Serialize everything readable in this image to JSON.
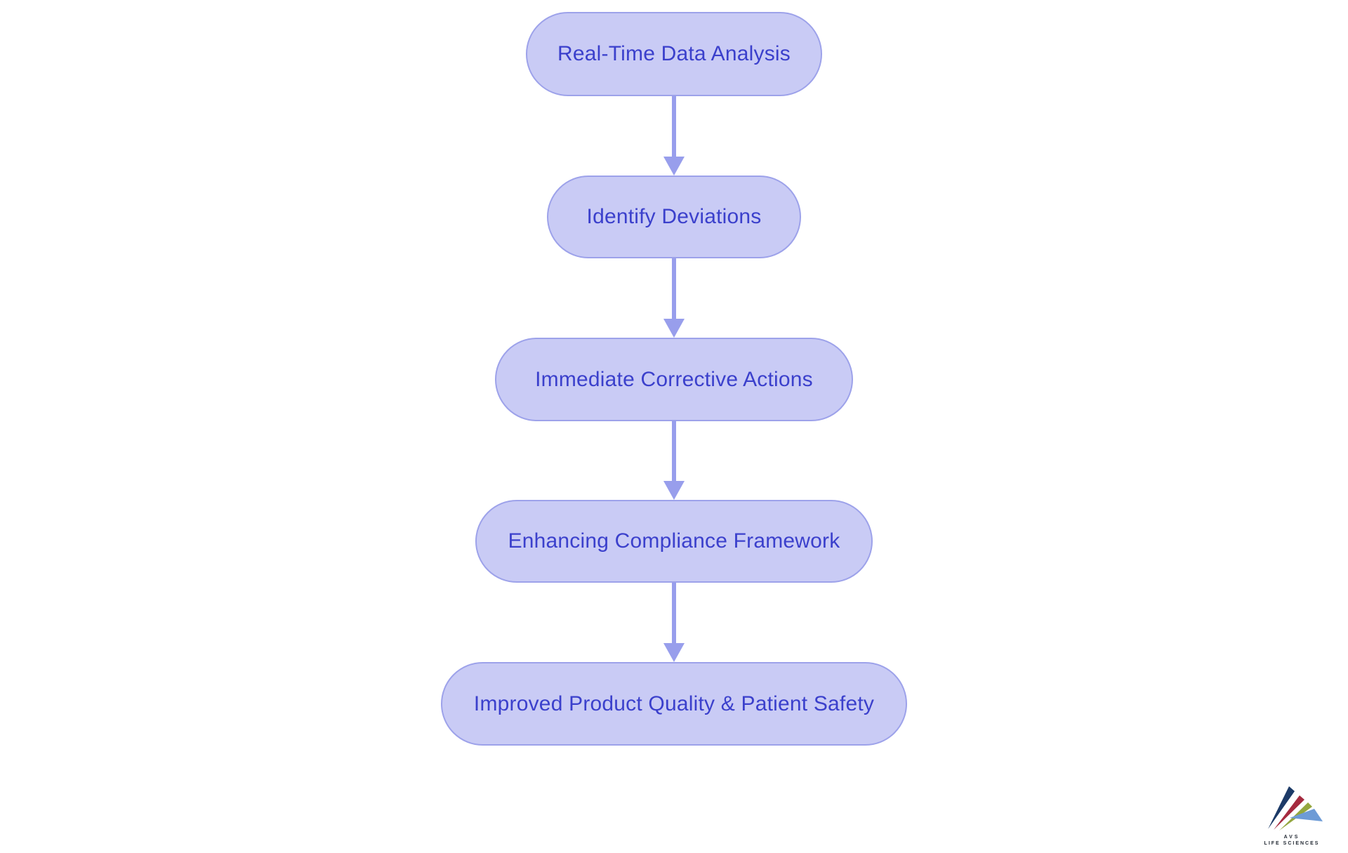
{
  "flowchart": {
    "type": "vertical-flow",
    "nodes": [
      {
        "label": "Real-Time Data Analysis"
      },
      {
        "label": "Identify Deviations"
      },
      {
        "label": "Immediate Corrective Actions"
      },
      {
        "label": "Enhancing Compliance Framework"
      },
      {
        "label": "Improved Product Quality & Patient Safety"
      }
    ],
    "edges": [
      {
        "from": 0,
        "to": 1
      },
      {
        "from": 1,
        "to": 2
      },
      {
        "from": 2,
        "to": 3
      },
      {
        "from": 3,
        "to": 4
      }
    ],
    "colors": {
      "node_fill": "#c9cbf5",
      "node_border": "#9da2ea",
      "node_text": "#3b40cc",
      "arrow": "#989eec",
      "background": "#ffffff"
    }
  },
  "logo": {
    "line1": "AVS",
    "line2": "LIFE SCIENCES",
    "colors": {
      "navy": "#1c3a67",
      "red": "#a52a3f",
      "green": "#94a73f",
      "blue": "#6d9bd6",
      "logo_text": "#232a34"
    }
  }
}
